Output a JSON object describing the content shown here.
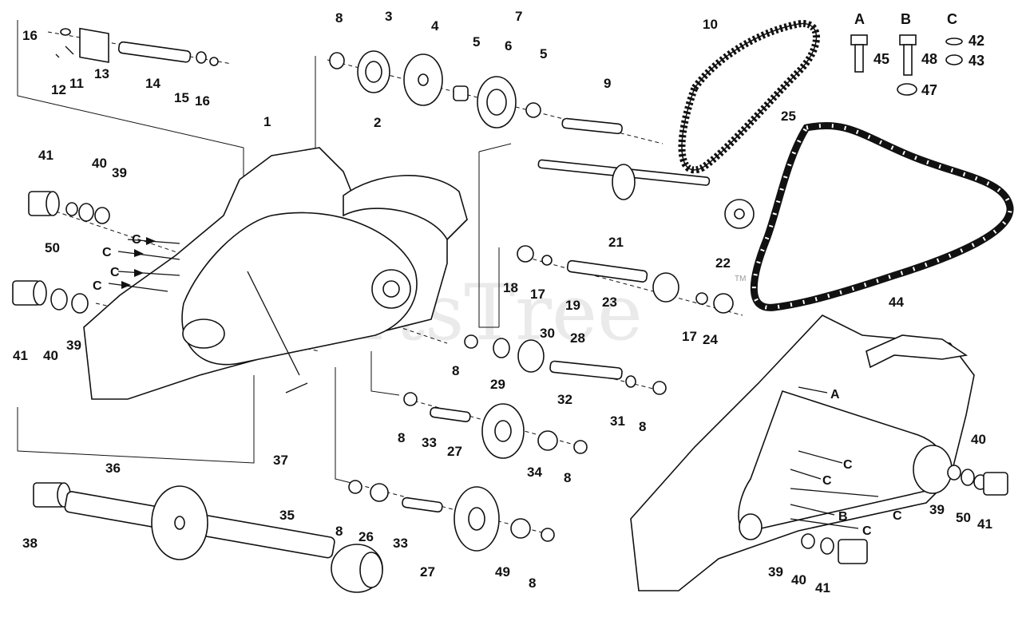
{
  "watermark": "PartsTree",
  "trademark": "TM",
  "legend": {
    "headers": [
      "A",
      "B",
      "C"
    ],
    "items": [
      "45",
      "48",
      "42",
      "43",
      "47"
    ]
  },
  "labels": [
    "16",
    "12",
    "11",
    "13",
    "14",
    "15",
    "16",
    "8",
    "3",
    "4",
    "5",
    "6",
    "7",
    "5",
    "9",
    "10",
    "2",
    "1",
    "41",
    "40",
    "39",
    "50",
    "41",
    "40",
    "39",
    "21",
    "22",
    "25",
    "18",
    "17",
    "19",
    "23",
    "17",
    "24",
    "8",
    "30",
    "28",
    "29",
    "32",
    "31",
    "8",
    "8",
    "33",
    "27",
    "34",
    "8",
    "37",
    "36",
    "38",
    "35",
    "8",
    "26",
    "33",
    "27",
    "49",
    "8",
    "44",
    "40",
    "39",
    "50",
    "41",
    "39",
    "40",
    "41"
  ],
  "arrow_labels": [
    "C",
    "C",
    "C",
    "C",
    "A",
    "C",
    "C",
    "B",
    "C",
    "C"
  ]
}
